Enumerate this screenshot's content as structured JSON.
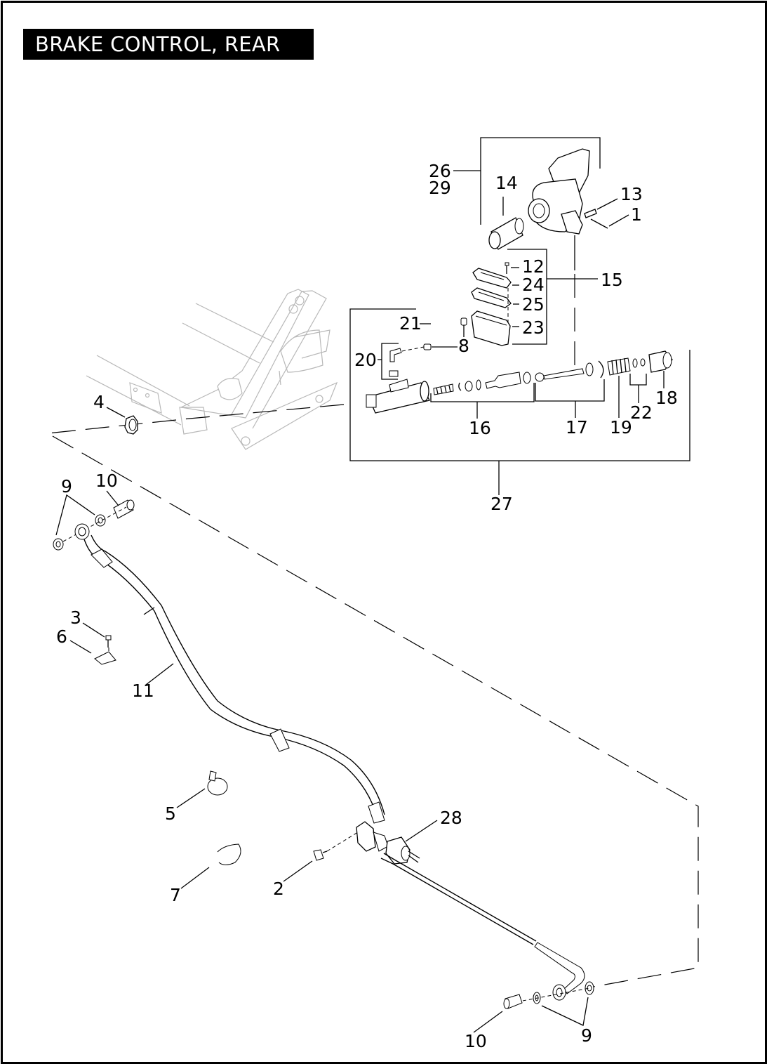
{
  "page": {
    "title": "BRAKE CONTROL, REAR",
    "colors": {
      "ink": "#000000",
      "background": "#ffffff",
      "title_bar": "#000000",
      "title_text": "#ffffff",
      "ghost_frame": "#b8b8b8"
    }
  },
  "callouts": {
    "c1": "1",
    "c2": "2",
    "c3": "3",
    "c4": "4",
    "c5": "5",
    "c6": "6",
    "c7": "7",
    "c8": "8",
    "c9a": "9",
    "c9b": "9",
    "c10a": "10",
    "c10b": "10",
    "c11": "11",
    "c12": "12",
    "c13": "13",
    "c14": "14",
    "c15": "15",
    "c16": "16",
    "c17": "17",
    "c18": "18",
    "c19": "19",
    "c20": "20",
    "c21": "21",
    "c22": "22",
    "c23": "23",
    "c24": "24",
    "c25": "25",
    "c26": "26",
    "c27": "27",
    "c28": "28",
    "c29": "29"
  },
  "parts": [
    {
      "ref": "1",
      "icon": "cotter-pin-icon"
    },
    {
      "ref": "2",
      "icon": "bolt-icon"
    },
    {
      "ref": "3",
      "icon": "screw-icon"
    },
    {
      "ref": "4",
      "icon": "hex-nut-icon"
    },
    {
      "ref": "5",
      "icon": "hose-clamp-icon"
    },
    {
      "ref": "6",
      "icon": "clip-icon"
    },
    {
      "ref": "7",
      "icon": "clamp-icon"
    },
    {
      "ref": "8",
      "icon": "clamp-icon"
    },
    {
      "ref": "9",
      "icon": "washer-icon"
    },
    {
      "ref": "10",
      "icon": "banjo-bolt-icon"
    },
    {
      "ref": "11",
      "icon": "brake-hose-icon"
    },
    {
      "ref": "12",
      "icon": "screw-icon"
    },
    {
      "ref": "13",
      "icon": "clevis-pin-icon"
    },
    {
      "ref": "14",
      "icon": "bushing-icon"
    },
    {
      "ref": "15",
      "icon": "reservoir-kit-icon"
    },
    {
      "ref": "16",
      "icon": "piston-kit-icon"
    },
    {
      "ref": "17",
      "icon": "pushrod-kit-icon"
    },
    {
      "ref": "18",
      "icon": "boot-icon"
    },
    {
      "ref": "19",
      "icon": "spring-icon"
    },
    {
      "ref": "20",
      "icon": "fitting-icon"
    },
    {
      "ref": "21",
      "icon": "hose-icon"
    },
    {
      "ref": "22",
      "icon": "o-ring-icon"
    },
    {
      "ref": "23",
      "icon": "reservoir-icon"
    },
    {
      "ref": "24",
      "icon": "cover-icon"
    },
    {
      "ref": "25",
      "icon": "gasket-icon"
    },
    {
      "ref": "26",
      "icon": "brake-pedal-icon"
    },
    {
      "ref": "27",
      "icon": "master-cylinder-icon"
    },
    {
      "ref": "28",
      "icon": "brake-light-switch-icon"
    },
    {
      "ref": "29",
      "icon": "brake-pedal-icon"
    }
  ]
}
